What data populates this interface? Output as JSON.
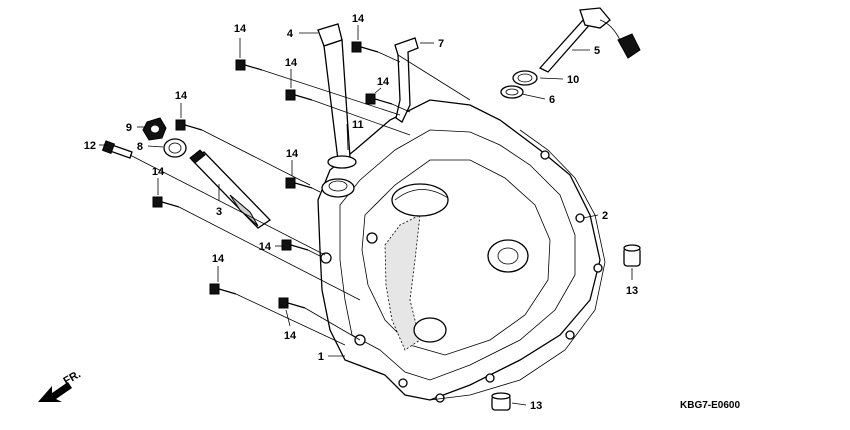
{
  "diagram": {
    "code": "KBG7-E0600",
    "direction_label": "FR.",
    "callouts": {
      "c1": "1",
      "c2": "2",
      "c3": "3",
      "c4": "4",
      "c5": "5",
      "c6": "6",
      "c7": "7",
      "c8": "8",
      "c9": "9",
      "c10": "10",
      "c11": "11",
      "c12": "12",
      "c13a": "13",
      "c13b": "13",
      "c14a": "14",
      "c14b": "14",
      "c14c": "14",
      "c14d": "14",
      "c14e": "14",
      "c14f": "14",
      "c14g": "14",
      "c14h": "14",
      "c14i": "14",
      "c14j": "14"
    }
  }
}
